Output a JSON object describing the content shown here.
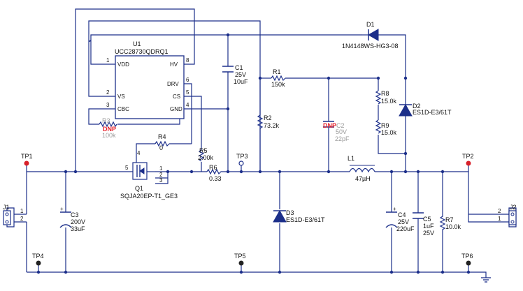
{
  "u1": {
    "ref": "U1",
    "part": "UCC28730QDRQ1",
    "pins": {
      "vdd": "VDD",
      "vdd_n": "1",
      "hv": "HV",
      "hv_n": "8",
      "drv": "DRV",
      "drv_n": "6",
      "vs": "VS",
      "vs_n": "2",
      "cs": "CS",
      "cs_n": "5",
      "cbc": "CBC",
      "cbc_n": "3",
      "gnd": "GND",
      "gnd_n": "4"
    }
  },
  "d1": {
    "ref": "D1",
    "part": "1N4148WS-HG3-08"
  },
  "d2": {
    "ref": "D2",
    "part": "ES1D-E3/61T"
  },
  "d3": {
    "ref": "D3",
    "part": "ES1D-E3/61T"
  },
  "c1": {
    "ref": "C1",
    "v": "25V",
    "val": "10uF"
  },
  "c2": {
    "dnp": "DNP",
    "ref": "C2",
    "v": "50V",
    "val": "22pF"
  },
  "c3": {
    "ref": "C3",
    "v": "200V",
    "val": "33uF"
  },
  "c4": {
    "ref": "C4",
    "v": "25V",
    "val": "220uF"
  },
  "c5": {
    "ref": "C5",
    "val": "1uF",
    "v": "25V"
  },
  "r1": {
    "ref": "R1",
    "val": "150k"
  },
  "r2": {
    "ref": "R2",
    "val": "73.2k"
  },
  "r3": {
    "dnp": "DNP",
    "ref": "R3",
    "val": "100k"
  },
  "r4": {
    "ref": "R4",
    "val": "0"
  },
  "r5": {
    "ref": "R5",
    "val": "2.00k"
  },
  "r6": {
    "ref": "R6",
    "val": "0.33"
  },
  "r7": {
    "ref": "R7",
    "val": "10.0k"
  },
  "r8": {
    "ref": "R8",
    "val": "15.0k"
  },
  "r9": {
    "ref": "R9",
    "val": "15.0k"
  },
  "l1": {
    "ref": "L1",
    "val": "47µH"
  },
  "q1": {
    "ref": "Q1",
    "part": "SQJA20EP-T1_GE3",
    "gate_n": "4",
    "src_n": "5",
    "d1": "1",
    "d2": "2",
    "d3": "3"
  },
  "j1": {
    "ref": "J1",
    "p1": "1",
    "p2": "2"
  },
  "j2": {
    "ref": "J2",
    "p1": "1",
    "p2": "2"
  },
  "tp": {
    "tp1": "TP1",
    "tp2": "TP2",
    "tp3": "TP3",
    "tp4": "TP4",
    "tp5": "TP5",
    "tp6": "TP6"
  },
  "colors": {
    "wire": "#1c2f8a",
    "dnp": "#e8202a",
    "testpoint": "#d8202a"
  }
}
